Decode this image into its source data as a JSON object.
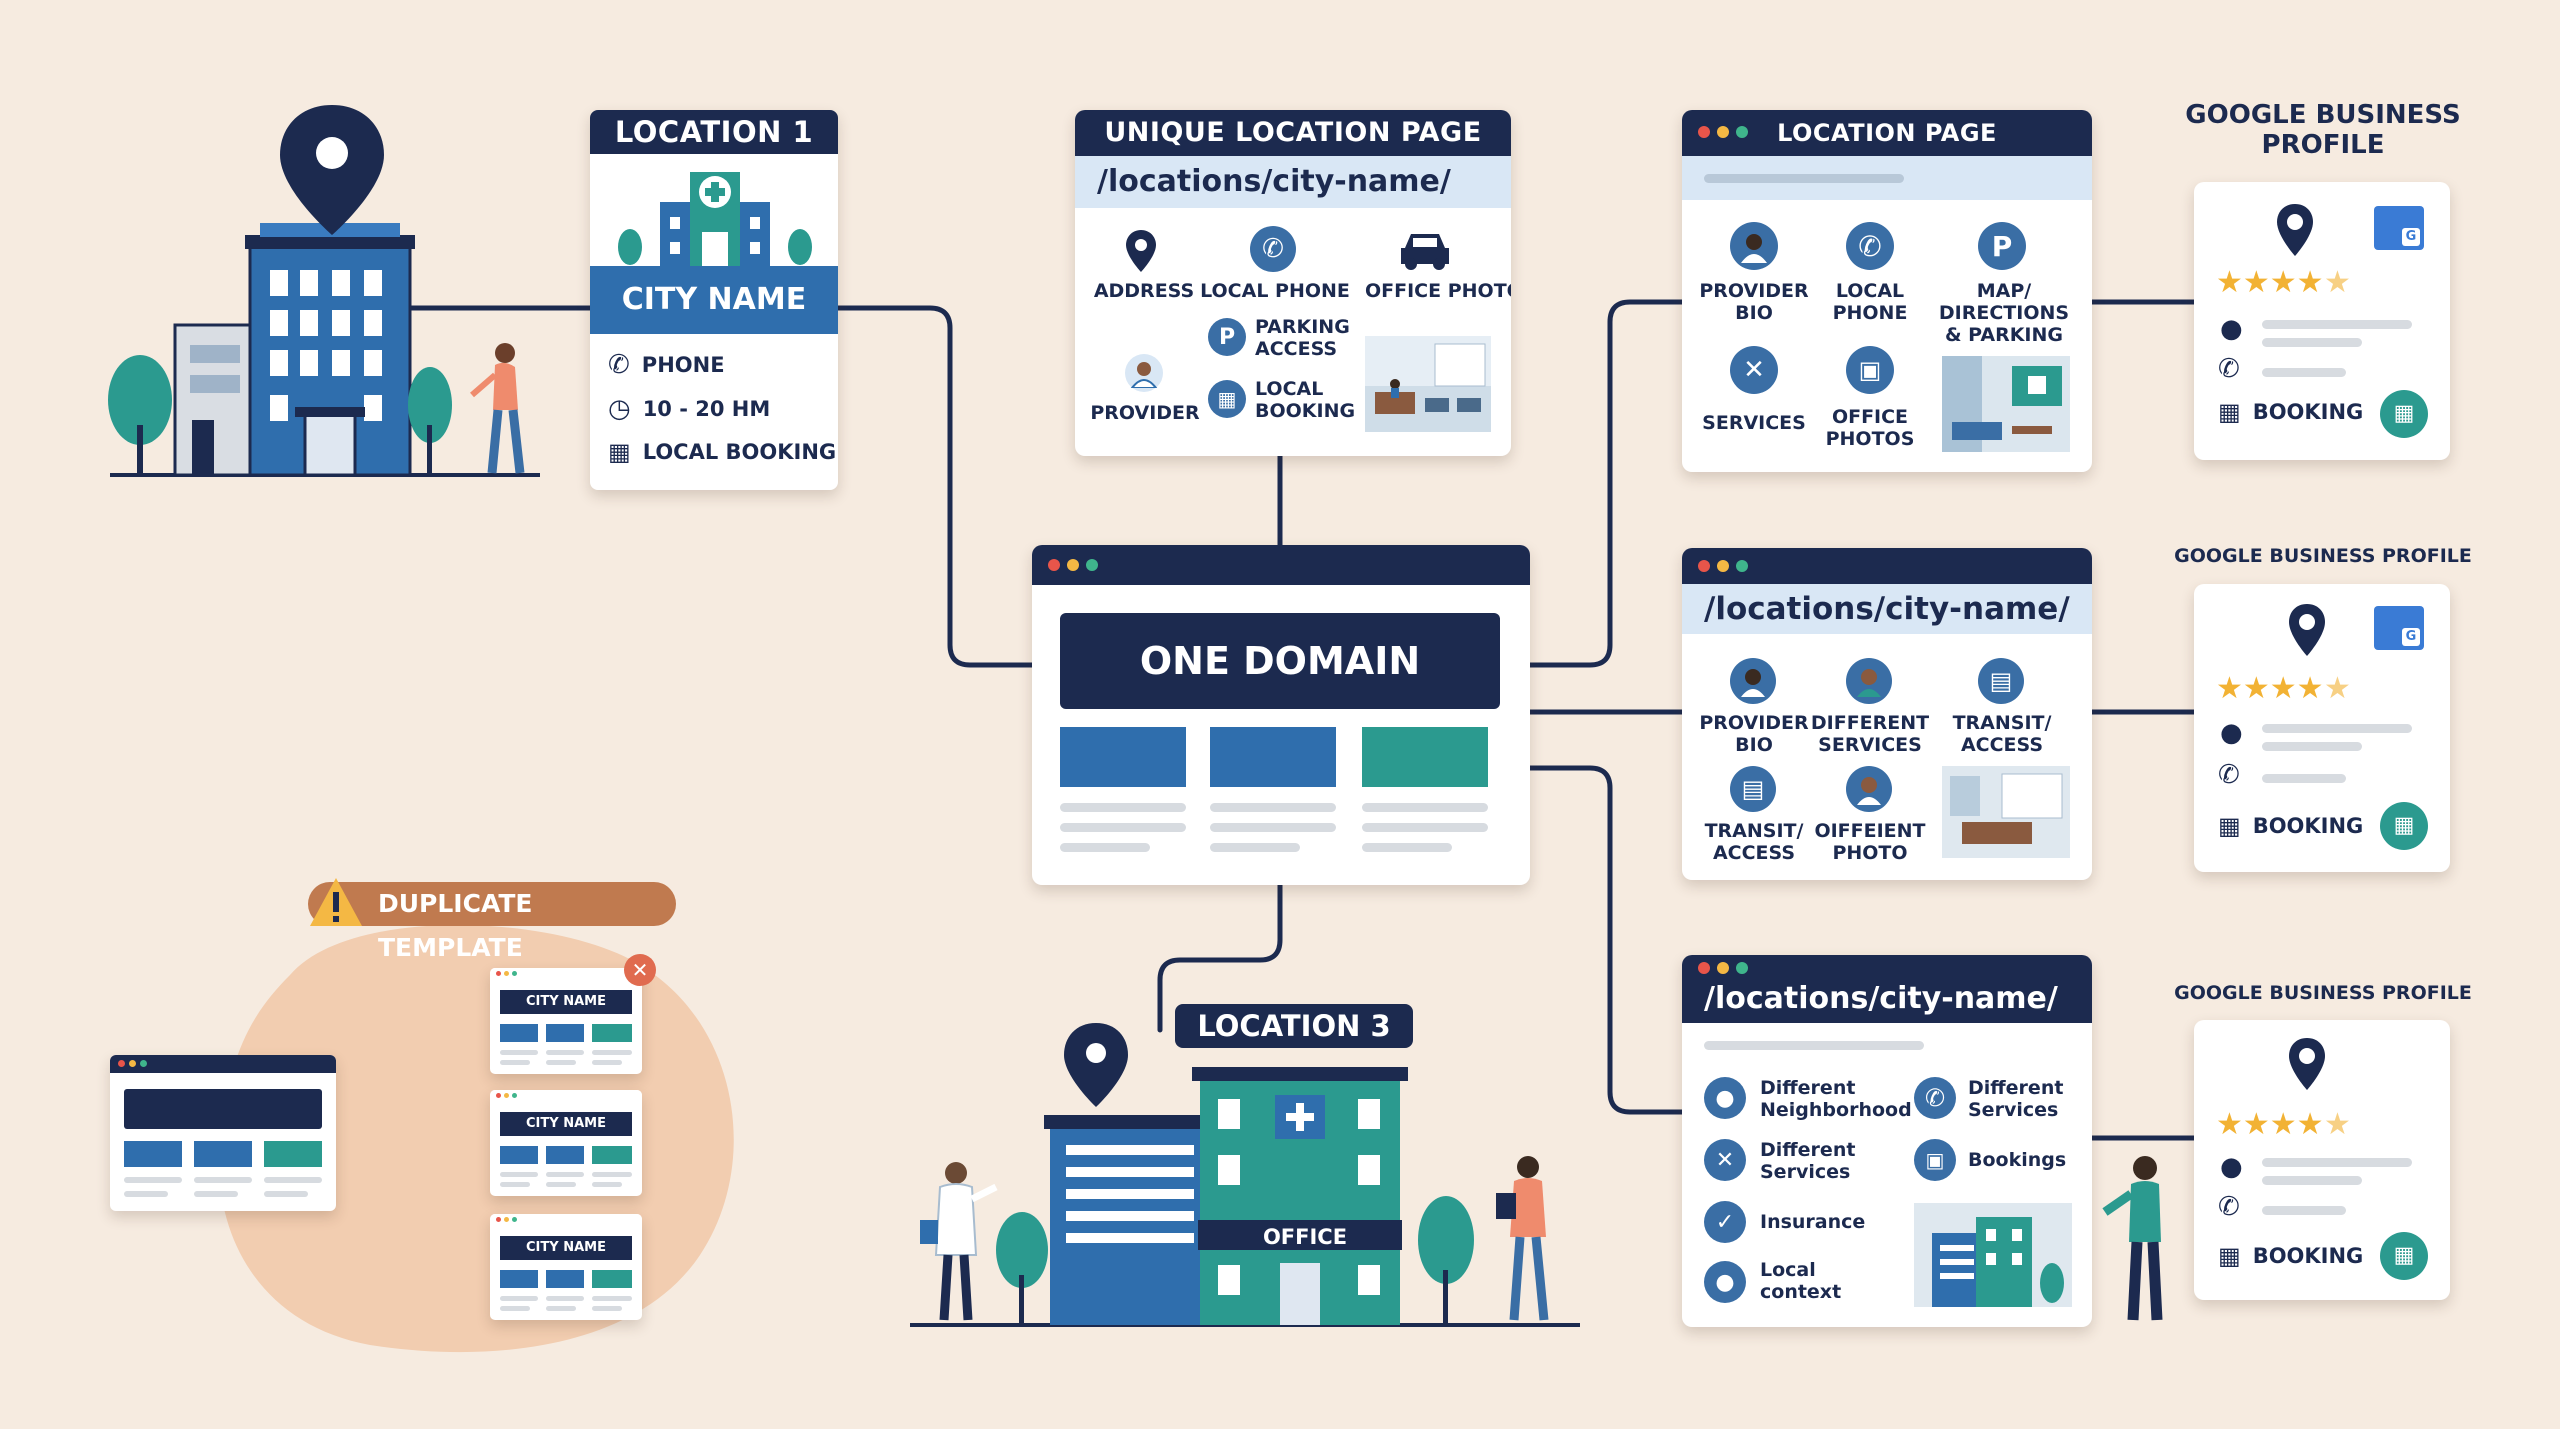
{
  "location1": {
    "title": "LOCATION 1",
    "city": "CITY NAME",
    "rows": [
      "PHONE",
      "10 - 20 HM",
      "LOCAL BOOKING"
    ]
  },
  "unique_page": {
    "title": "UNIQUE LOCATION PAGE",
    "url": "/locations/city-name/",
    "items": [
      "ADDRESS",
      "LOCAL PHONE",
      "OFFICE PHOTO",
      "PROVIDER",
      "PARKING ACCESS",
      "LOCAL BOOKING"
    ]
  },
  "one_domain": {
    "title": "ONE DOMAIN"
  },
  "location_page": {
    "title": "LOCATION PAGE",
    "items": [
      "PROVIDER BIO",
      "LOCAL PHONE",
      "MAP/ DIRECTIONS & PARKING",
      "SERVICES",
      "OFFICE PHOTOS"
    ]
  },
  "city_page_2": {
    "url": "/locations/city-name/",
    "items": [
      "PROVIDER BIO",
      "DIFFERENT SERVICES",
      "TRANSIT/ ACCESS",
      "TRANSIT/ ACCESS",
      "OIFFEIENT PHOTO"
    ]
  },
  "city_page_3": {
    "url": "/locations/city-name/",
    "items": [
      "Different Neighborhood",
      "Different Services",
      "Different Services",
      "Bookings",
      "Insurance",
      "Local context"
    ]
  },
  "gbp": [
    {
      "title": "GOOGLE BUSINESS PROFILE",
      "booking": "BOOKING",
      "rating": 4.5
    },
    {
      "title": "GOOGLE BUSINESS PROFILE",
      "booking": "BOOKING",
      "rating": 4.5
    },
    {
      "title": "GOOGLE BUSINESS PROFILE",
      "booking": "BOOKING",
      "rating": 4.5
    }
  ],
  "location3": {
    "title": "LOCATION 3",
    "office": "OFFICE"
  },
  "duplicate": {
    "title": "DUPLICATE TEMPLATE",
    "city_label": "CITY NAME"
  },
  "colors": {
    "navy": "#1c2a4f",
    "blue": "#2f6ead",
    "teal": "#2b9a8f",
    "bg": "#f6ebe0",
    "warning": "#c07a4f"
  }
}
